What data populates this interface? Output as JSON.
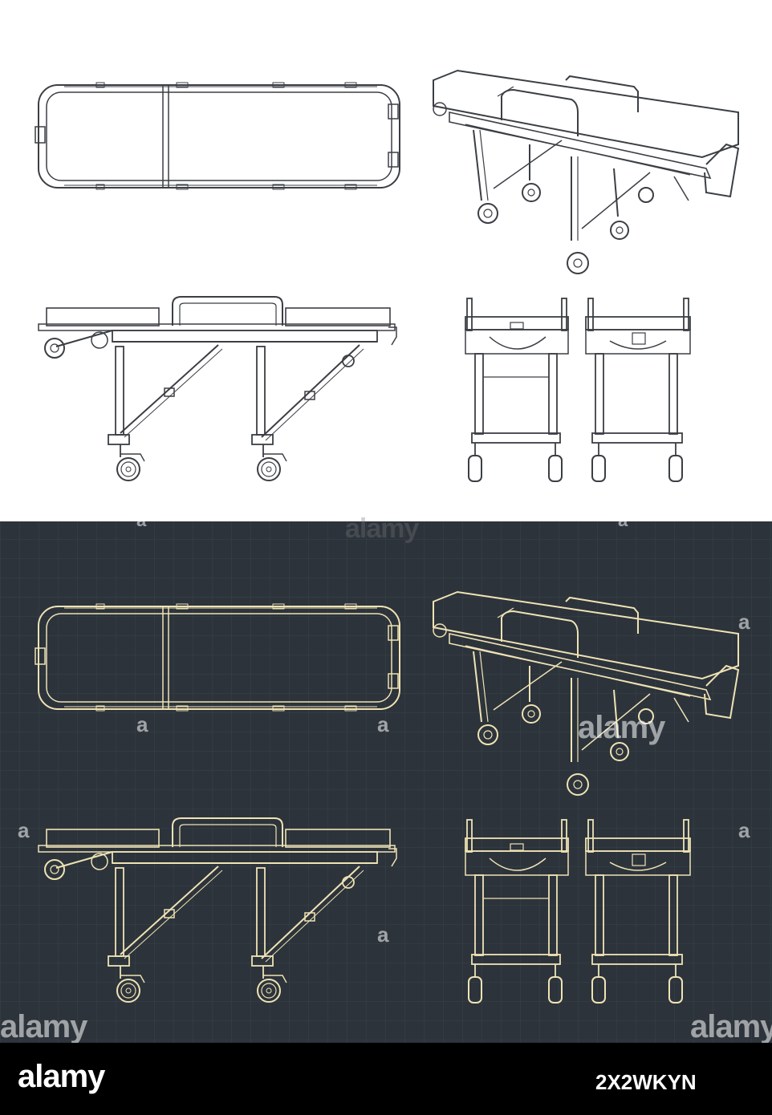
{
  "watermark": {
    "text": "alamy",
    "glyph": "a"
  },
  "footer": {
    "brand": "alamy",
    "image_id": "2X2WKYN"
  },
  "colors": {
    "dark_background": "#2c333b",
    "dark_line": "#efe3b4",
    "light_line": "#3b3f44",
    "footer_background": "#000000"
  },
  "drawings": [
    "top-view",
    "isometric-view",
    "side-view",
    "front-view",
    "rear-view"
  ]
}
